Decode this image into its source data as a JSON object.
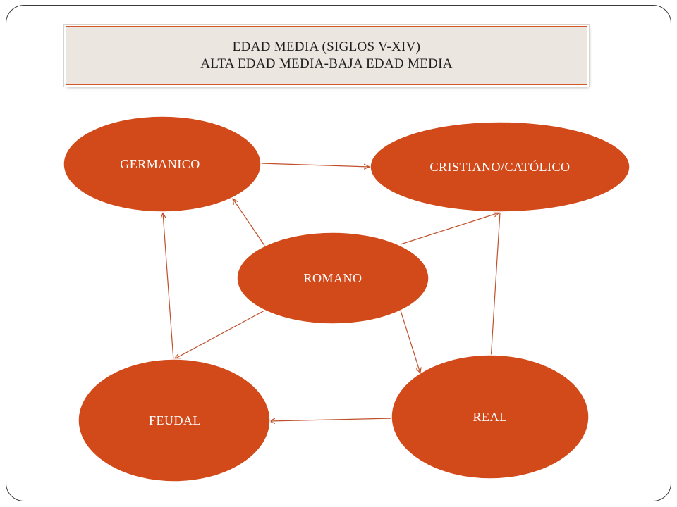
{
  "title": {
    "line1": "EDAD MEDIA (SIGLOS V-XIV)",
    "line2": "ALTA EDAD MEDIA-BAJA EDAD MEDIA"
  },
  "colors": {
    "node_fill": "#d2491a",
    "edge": "#c0502a",
    "title_bg": "#ebe6e0",
    "title_border": "#d4572a"
  },
  "nodes": {
    "germanico": "GERMANICO",
    "cristiano": "CRISTIANO/CATÓLICO",
    "romano": "ROMANO",
    "feudal": "FEUDAL",
    "real": "REAL"
  }
}
